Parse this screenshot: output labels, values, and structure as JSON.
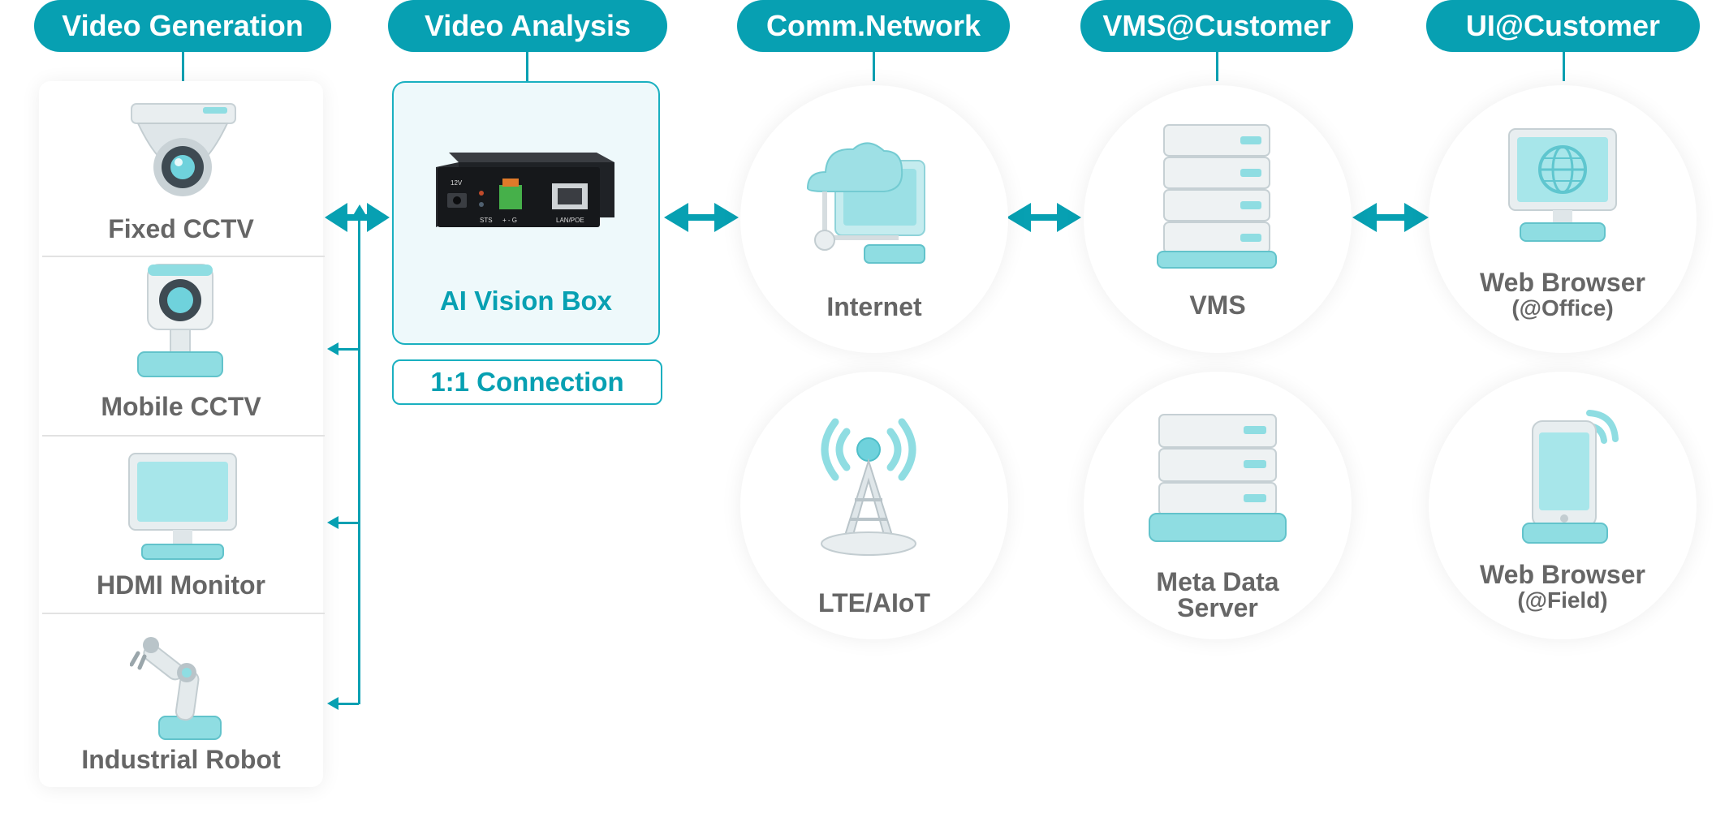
{
  "headers": {
    "video_generation": "Video Generation",
    "video_analysis": "Video Analysis",
    "comm_network": "Comm.Network",
    "vms_customer": "VMS@Customer",
    "ui_customer": "UI@Customer"
  },
  "sources": {
    "fixed_cctv": "Fixed CCTV",
    "mobile_cctv": "Mobile CCTV",
    "hdmi_monitor": "HDMI Monitor",
    "industrial_robot": "Industrial Robot"
  },
  "analysis": {
    "title": "AI Vision Box",
    "connection": "1:1 Connection",
    "port_12v": "12V",
    "port_sts": "STS",
    "port_g": "+ - G",
    "port_lan": "LAN/POE"
  },
  "network": {
    "internet": "Internet",
    "lte": "LTE/AIoT"
  },
  "vms": {
    "vms": "VMS",
    "meta_line1": "Meta Data",
    "meta_line2": "Server"
  },
  "ui": {
    "office_line1": "Web Browser",
    "office_line2": "(@Office)",
    "field_line1": "Web Browser",
    "field_line2": "(@Field)"
  },
  "colors": {
    "accent": "#07a0b2",
    "text": "#666666",
    "icon_teal": "#8fdde2"
  }
}
